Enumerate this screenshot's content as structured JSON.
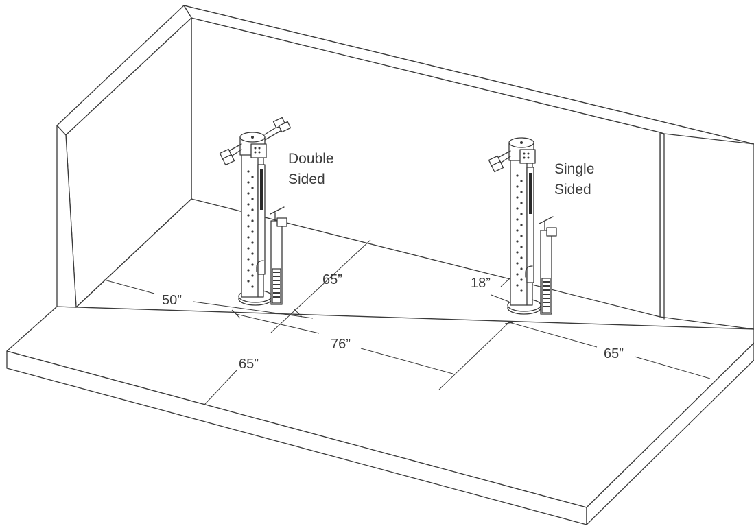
{
  "labels": {
    "double_sided": [
      "Double",
      "Sided"
    ],
    "single_sided": [
      "Single",
      "Sided"
    ]
  },
  "dimensions": {
    "wall_to_double": "50”",
    "double_depth_clear": "65”",
    "double_front_clear": "65”",
    "between_stations": "76”",
    "single_to_wall": "18”",
    "single_side_clear": "65”"
  },
  "icons": [
    "double-sided-repair-stand-icon",
    "single-sided-repair-stand-icon"
  ]
}
